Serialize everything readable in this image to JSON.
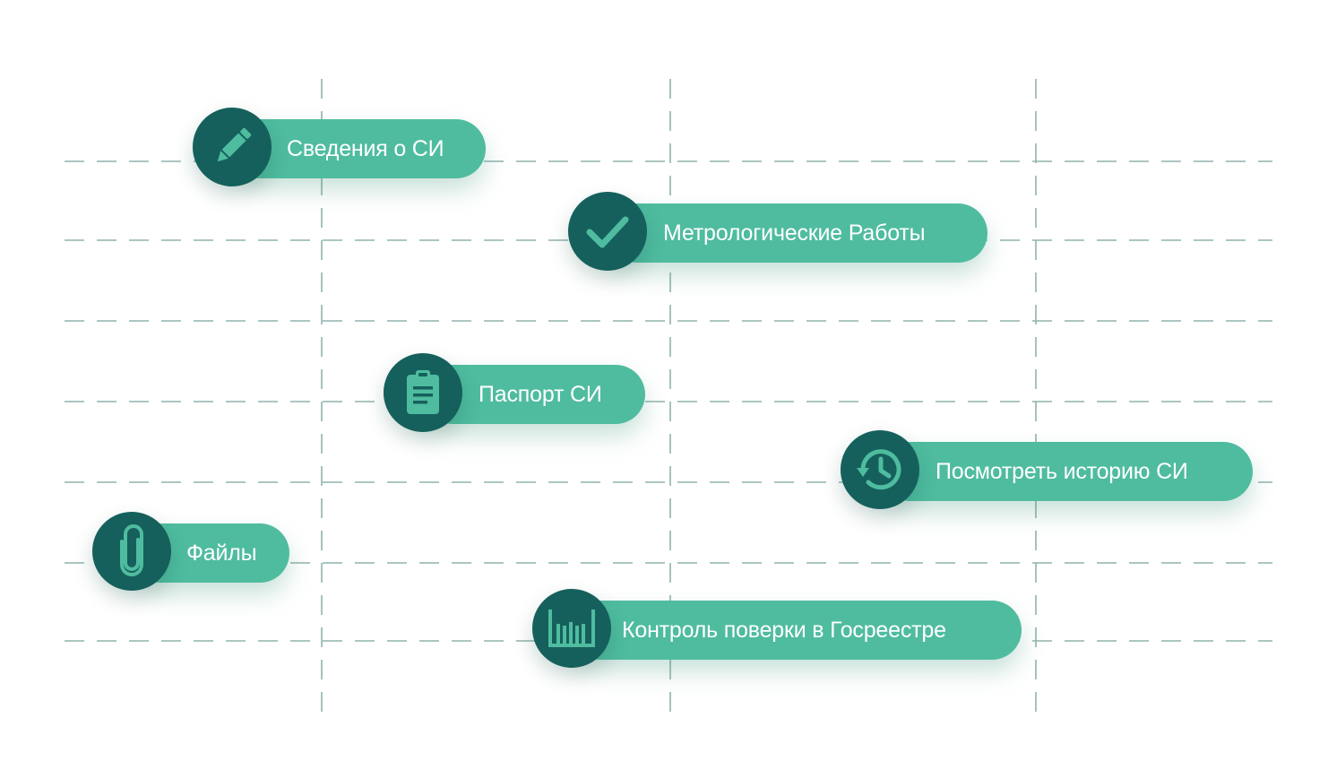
{
  "features": [
    {
      "id": "si-info",
      "label": "Сведения о СИ",
      "icon": "pencil-icon"
    },
    {
      "id": "metrology-works",
      "label": "Метрологические Работы",
      "icon": "checkmark-icon"
    },
    {
      "id": "si-passport",
      "label": "Паспорт СИ",
      "icon": "clipboard-icon"
    },
    {
      "id": "si-history",
      "label": "Посмотреть историю СИ",
      "icon": "history-icon"
    },
    {
      "id": "files",
      "label": "Файлы",
      "icon": "paperclip-icon"
    },
    {
      "id": "registry-check",
      "label": "Контроль поверки в Госреестре",
      "icon": "barcode-icon"
    }
  ],
  "colors": {
    "pill": "#4fbc9f",
    "badge": "#15605c",
    "icon": "#4fbc9f",
    "grid": "#8fb3ad"
  }
}
